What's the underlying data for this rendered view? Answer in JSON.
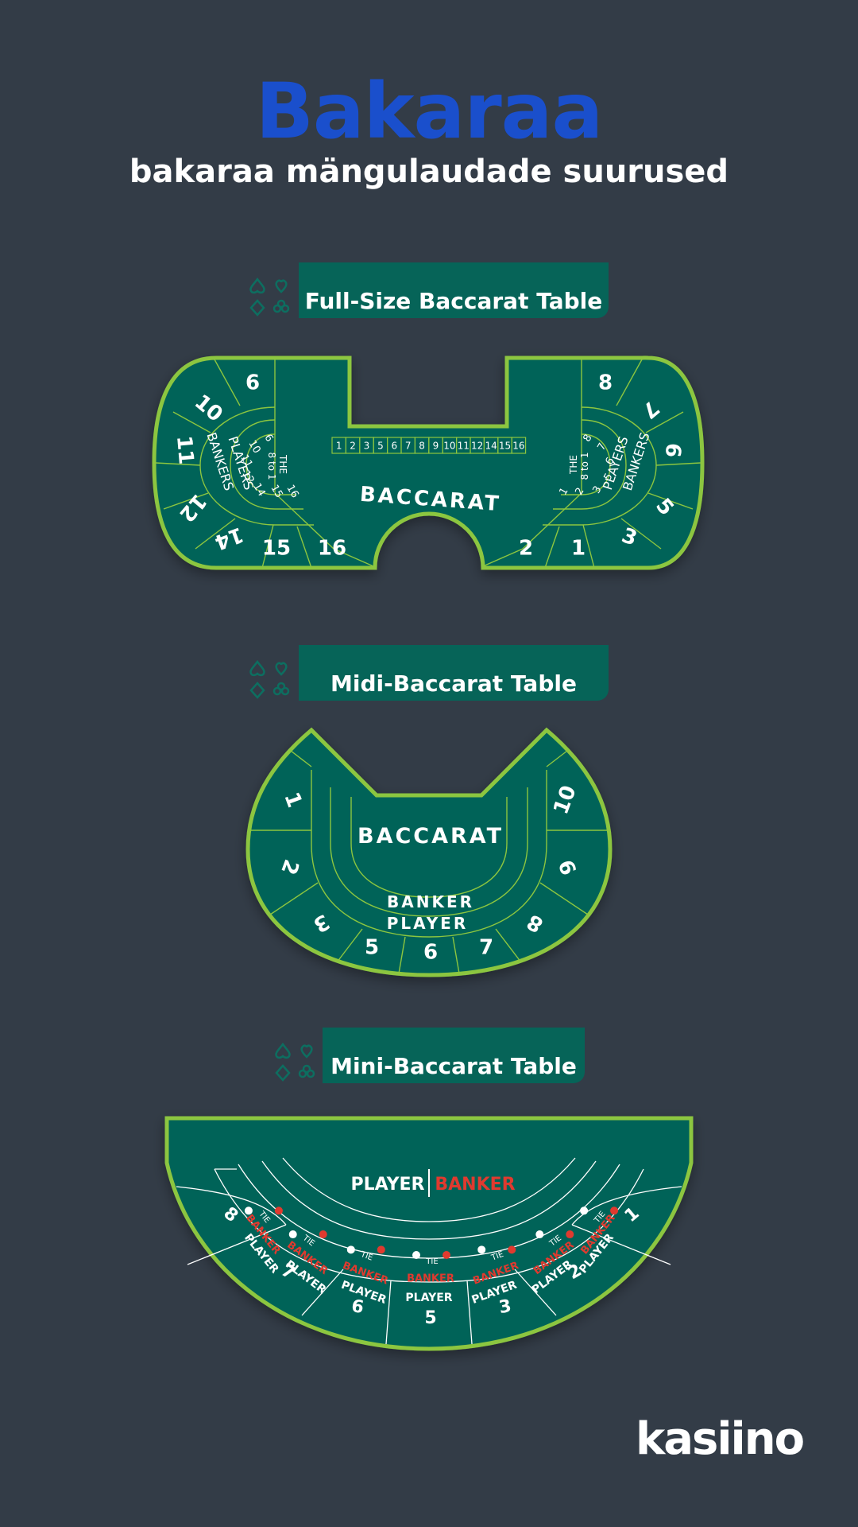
{
  "header": {
    "title": "Bakaraa",
    "subtitle": "bakaraa mängulaudade suurused"
  },
  "tables": {
    "full": {
      "label": "Full-Size Baccarat Table",
      "center_text": "BACCARAT",
      "left_seats": [
        "6",
        "10",
        "11",
        "12",
        "14",
        "15",
        "16"
      ],
      "right_seats": [
        "8",
        "7",
        "6",
        "5",
        "3",
        "2",
        "1"
      ],
      "small_boxes": [
        "1",
        "2",
        "3",
        "5",
        "6",
        "7",
        "8",
        "9",
        "10",
        "11",
        "12",
        "14",
        "15",
        "16"
      ],
      "left_inner": [
        "6",
        "10",
        "11",
        "12",
        "14",
        "15",
        "16"
      ],
      "right_inner": [
        "8",
        "7",
        "6",
        "5",
        "3",
        "2",
        "1"
      ],
      "arc_labels": [
        "BANKERS",
        "PLAYERS",
        "THE",
        "8 to 1"
      ]
    },
    "midi": {
      "label": "Midi-Baccarat Table",
      "center_text": "BACCARAT",
      "banker": "BANKER",
      "player": "PLAYER",
      "seats": [
        "1",
        "2",
        "3",
        "5",
        "6",
        "7",
        "8",
        "9",
        "10"
      ]
    },
    "mini": {
      "label": "Mini-Baccarat Table",
      "player_word": "PLAYER",
      "banker_word": "BANKER",
      "tie_word": "TIE",
      "seats": [
        "8",
        "7",
        "6",
        "5",
        "3",
        "2",
        "1"
      ],
      "colors": {
        "felt": "#066458",
        "rim": "#8cc63f",
        "banker": "#e03a2f"
      }
    }
  },
  "logo": "kasiino"
}
